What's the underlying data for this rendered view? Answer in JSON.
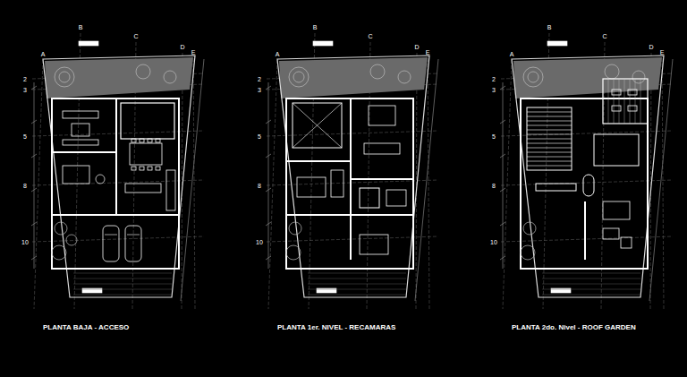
{
  "diagram": {
    "labels": [
      "A",
      "B",
      "C",
      "D",
      "E",
      "2",
      "3",
      "5",
      "8",
      "10",
      "PLANTA BAJA - ACCESO",
      "A",
      "B",
      "C",
      "D",
      "E",
      "2",
      "3",
      "5",
      "8",
      "10",
      "PLANTA 1er. NIVEL - RECAMARAS",
      "A",
      "B",
      "C",
      "D",
      "E",
      "2",
      "3",
      "5",
      "8",
      "10",
      "PLANTA 2do. Nivel - ROOF GARDEN"
    ]
  }
}
